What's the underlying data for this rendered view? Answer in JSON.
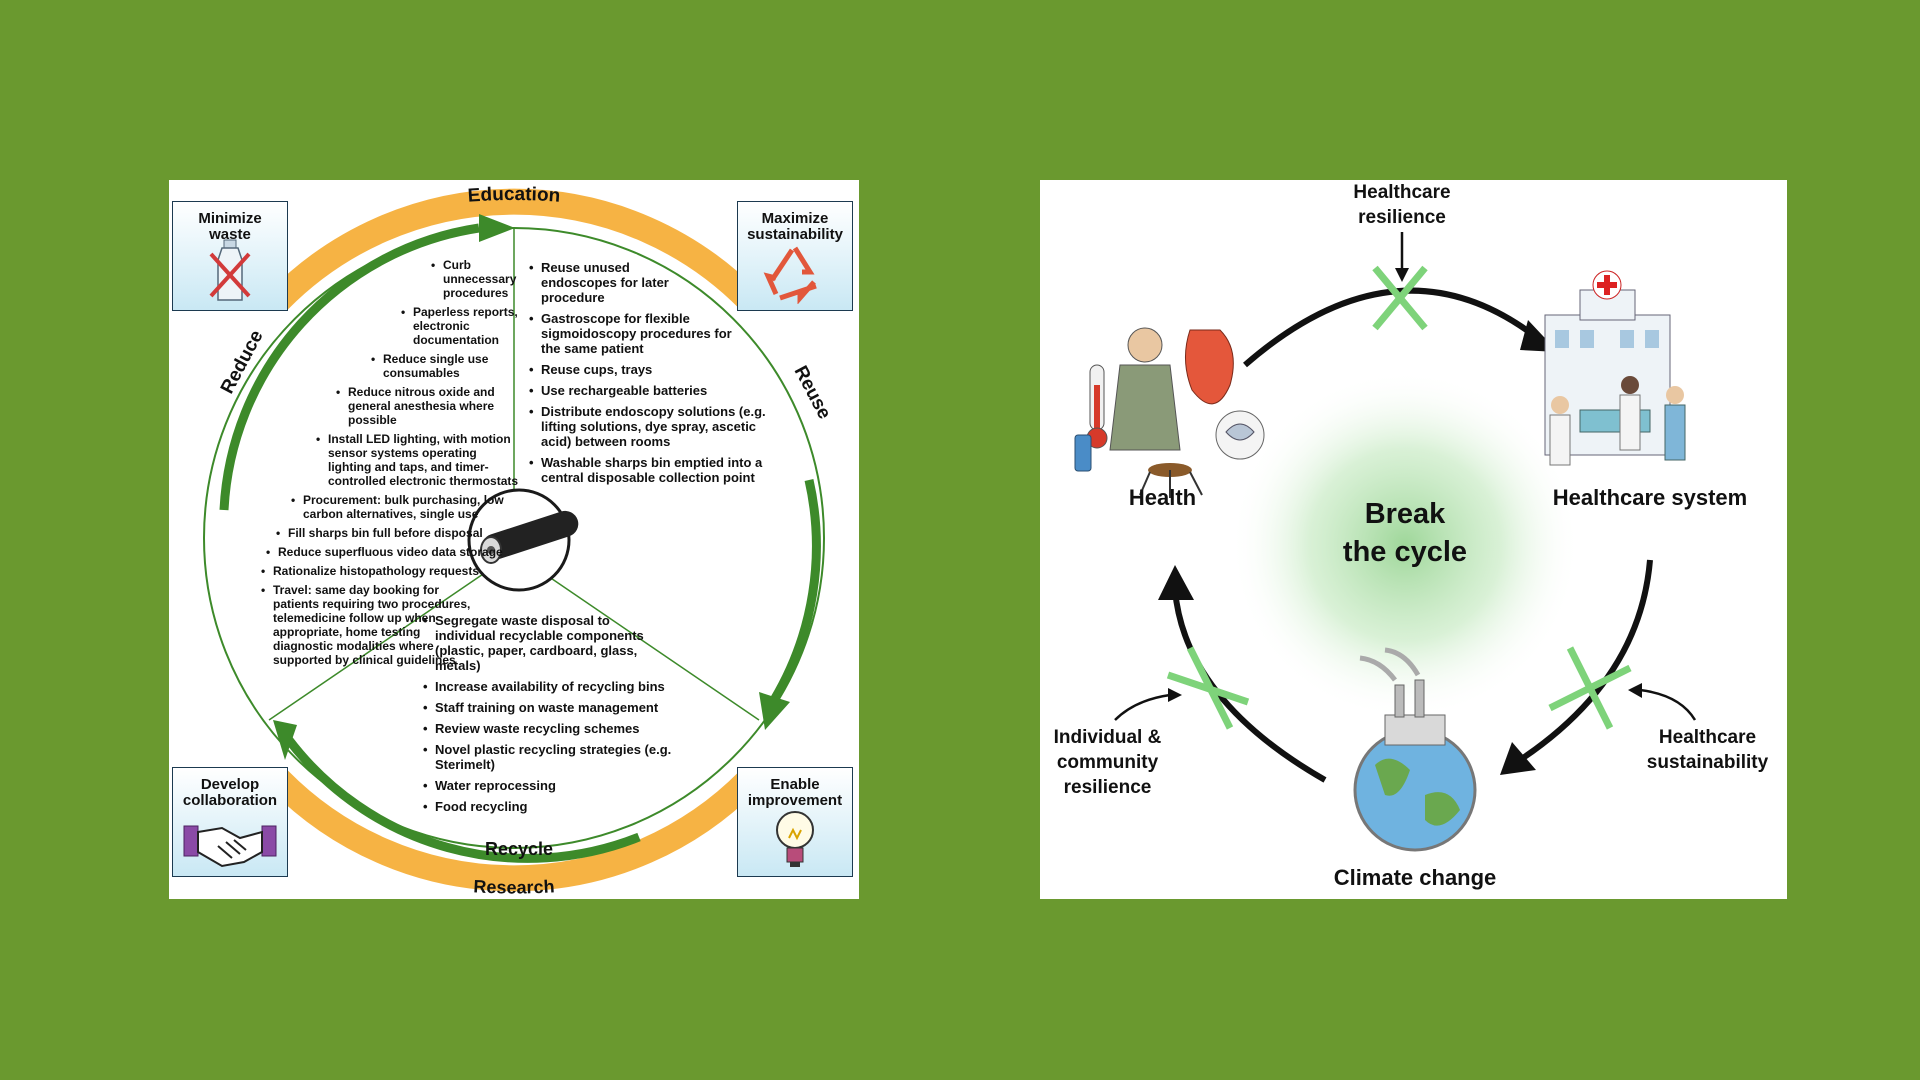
{
  "left_diagram": {
    "arc_labels": {
      "top": "Education",
      "bottom": "Research",
      "reduce": "Reduce",
      "reuse": "Reuse",
      "recycle": "Recycle"
    },
    "corners": {
      "minimize_waste": "Minimize\nwaste",
      "maximize_sustainability": "Maximize\nsustainability",
      "develop_collaboration": "Develop\ncollaboration",
      "enable_improvement": "Enable\nimprovement"
    },
    "reduce_items": [
      "Curb unnecessary procedures",
      "Paperless reports, electronic documentation",
      "Reduce single use consumables",
      "Reduce nitrous oxide and general anesthesia where possible",
      "Install LED lighting, with motion sensor systems operating lighting and taps, and timer-controlled electronic thermostats",
      "Procurement: bulk purchasing, low carbon alternatives, single use",
      "Fill sharps bin full before disposal",
      "Reduce superfluous video data storage",
      "Rationalize histopathology requests",
      "Travel: same day booking for patients requiring two procedures, telemedicine follow up when appropriate, home testing diagnostic modalities where supported by clinical guidelines"
    ],
    "reuse_items": [
      "Reuse unused endoscopes for later procedure",
      "Gastroscope for flexible sigmoidoscopy procedures for the same patient",
      "Reuse cups, trays",
      "Use rechargeable batteries",
      "Distribute endoscopy solutions (e.g. lifting solutions, dye spray, ascetic acid) between rooms",
      "Washable sharps bin emptied into a central disposable collection point"
    ],
    "recycle_items": [
      "Segregate waste disposal to individual recyclable components (plastic, paper, cardboard, glass, metals)",
      "Increase availability of recycling bins",
      "Staff training on waste management",
      "Review waste recycling schemes",
      "Novel plastic recycling strategies (e.g. Sterimelt)",
      "Water reprocessing",
      "Food recycling"
    ],
    "colors": {
      "arrow_green": "#3d8a2a",
      "band_orange": "#f5a623",
      "box_blue": "#c9e8f4"
    }
  },
  "right_diagram": {
    "center_label": "Break\nthe cycle",
    "nodes": {
      "health": "Health",
      "healthcare_system": "Healthcare system",
      "climate_change": "Climate change"
    },
    "interventions": {
      "healthcare_resilience": "Healthcare\nresilience",
      "healthcare_sustainability": "Healthcare\nsustainability",
      "individual_community_resilience": "Individual &\ncommunity\nresilience"
    },
    "colors": {
      "cross_green": "#7ed37a",
      "glow_green": "#9fd79a",
      "arrow": "#111111"
    }
  }
}
